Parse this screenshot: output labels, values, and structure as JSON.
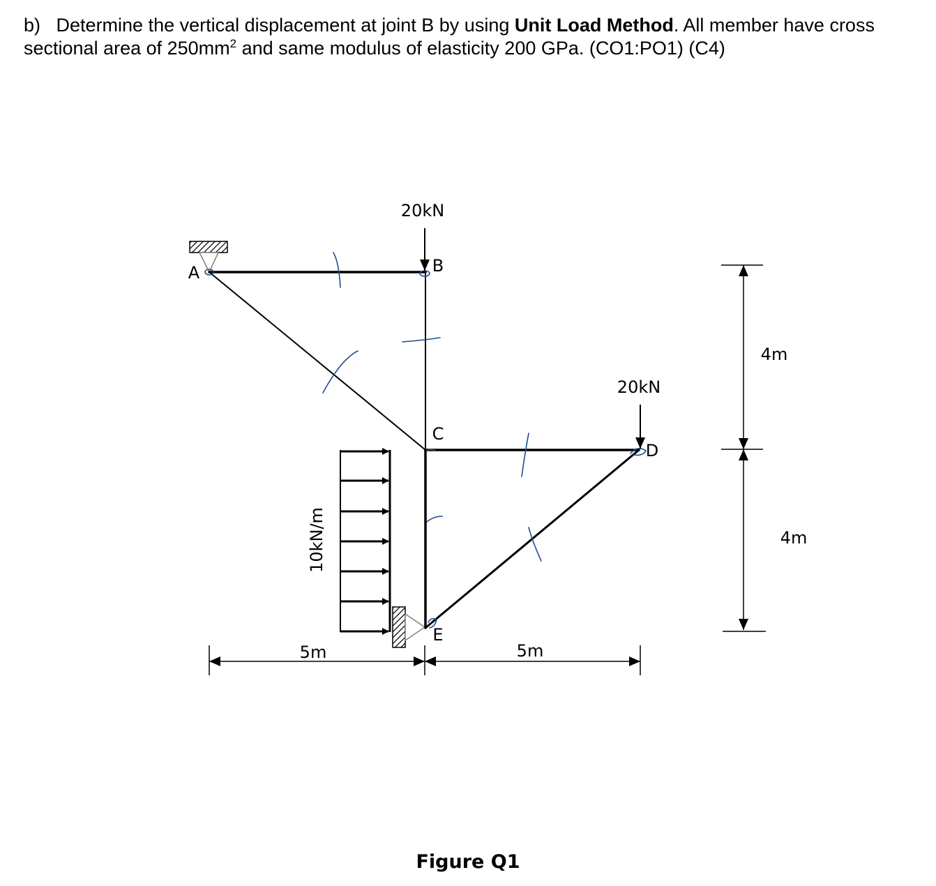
{
  "question": {
    "prefix": "b)",
    "text_1": "Determine the vertical displacement at joint B by using",
    "method": "Unit Load Method",
    "text_2": ". All member have cross sectional area of 250mm",
    "superscript": "2",
    "text_3": " and same modulus of elasticity 200 GPa. (CO1:PO1) (C4)"
  },
  "joints": {
    "A": "A",
    "B": "B",
    "C": "C",
    "D": "D",
    "E": "E"
  },
  "loads": {
    "B": "20kN",
    "D": "20kN",
    "udl": "10kN/m"
  },
  "dimensions": {
    "left_span": "5m",
    "right_span": "5m",
    "upper_height": "4m",
    "lower_height": "4m"
  },
  "caption": "Figure Q1",
  "colors": {
    "ink": "#000000",
    "pen": "#1f4e8c",
    "support": "#808080"
  }
}
